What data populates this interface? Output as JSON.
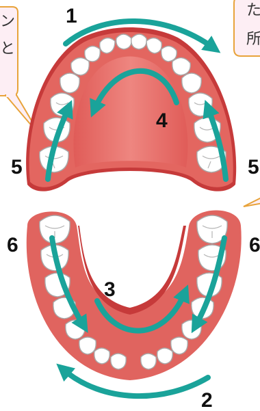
{
  "steps": {
    "s1": "1",
    "s2": "2",
    "s3": "3",
    "s4": "4",
    "s5_left": "5",
    "s5_right": "5",
    "s6_left": "6",
    "s6_right": "6"
  },
  "callouts": {
    "left_line1": "ン",
    "left_line2": "と",
    "right_line1": "た",
    "right_line2": "所"
  },
  "colors": {
    "arrow": "#1aa39a",
    "gum_dark": "#c63a3a",
    "gum": "#e0645f",
    "gum_light": "#f2a09a",
    "palate": "#e8746f",
    "tooth": "#ffffff",
    "tooth_outline": "#a8a8a8",
    "bubble_fill": "#fdeef4",
    "bubble_stroke": "#e8a33a"
  }
}
